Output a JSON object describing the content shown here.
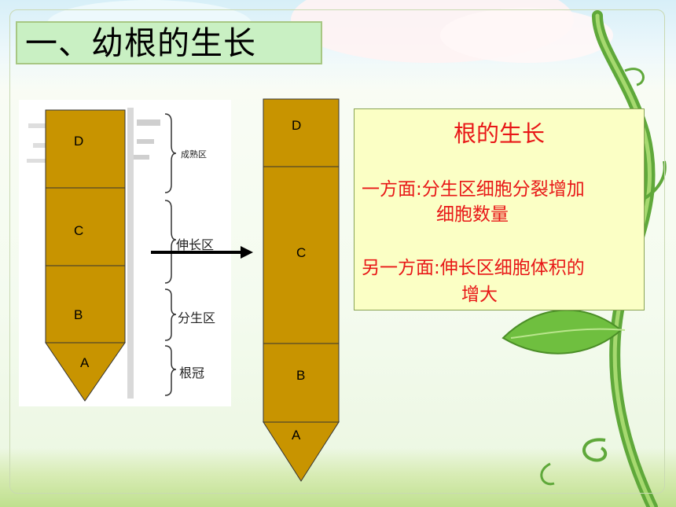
{
  "slide_title": "一、幼根的生长",
  "left_diagram": {
    "zone_labels": [
      "成熟区",
      "伸长区",
      "分生区",
      "根冠"
    ],
    "segments": [
      "D",
      "C",
      "B",
      "A"
    ]
  },
  "right_diagram": {
    "segments": [
      "D",
      "C",
      "B",
      "A"
    ]
  },
  "info": {
    "title": "根的生长",
    "line1": "一方面:分生区细胞分裂增加",
    "line2": "细胞数量",
    "line3": "另一方面:伸长区细胞体积的",
    "line4": "增大"
  },
  "colors": {
    "segment_fill": "#c89400",
    "title_box": "#c9f0c3",
    "info_box": "#fbffc5",
    "info_text": "#e81717"
  }
}
